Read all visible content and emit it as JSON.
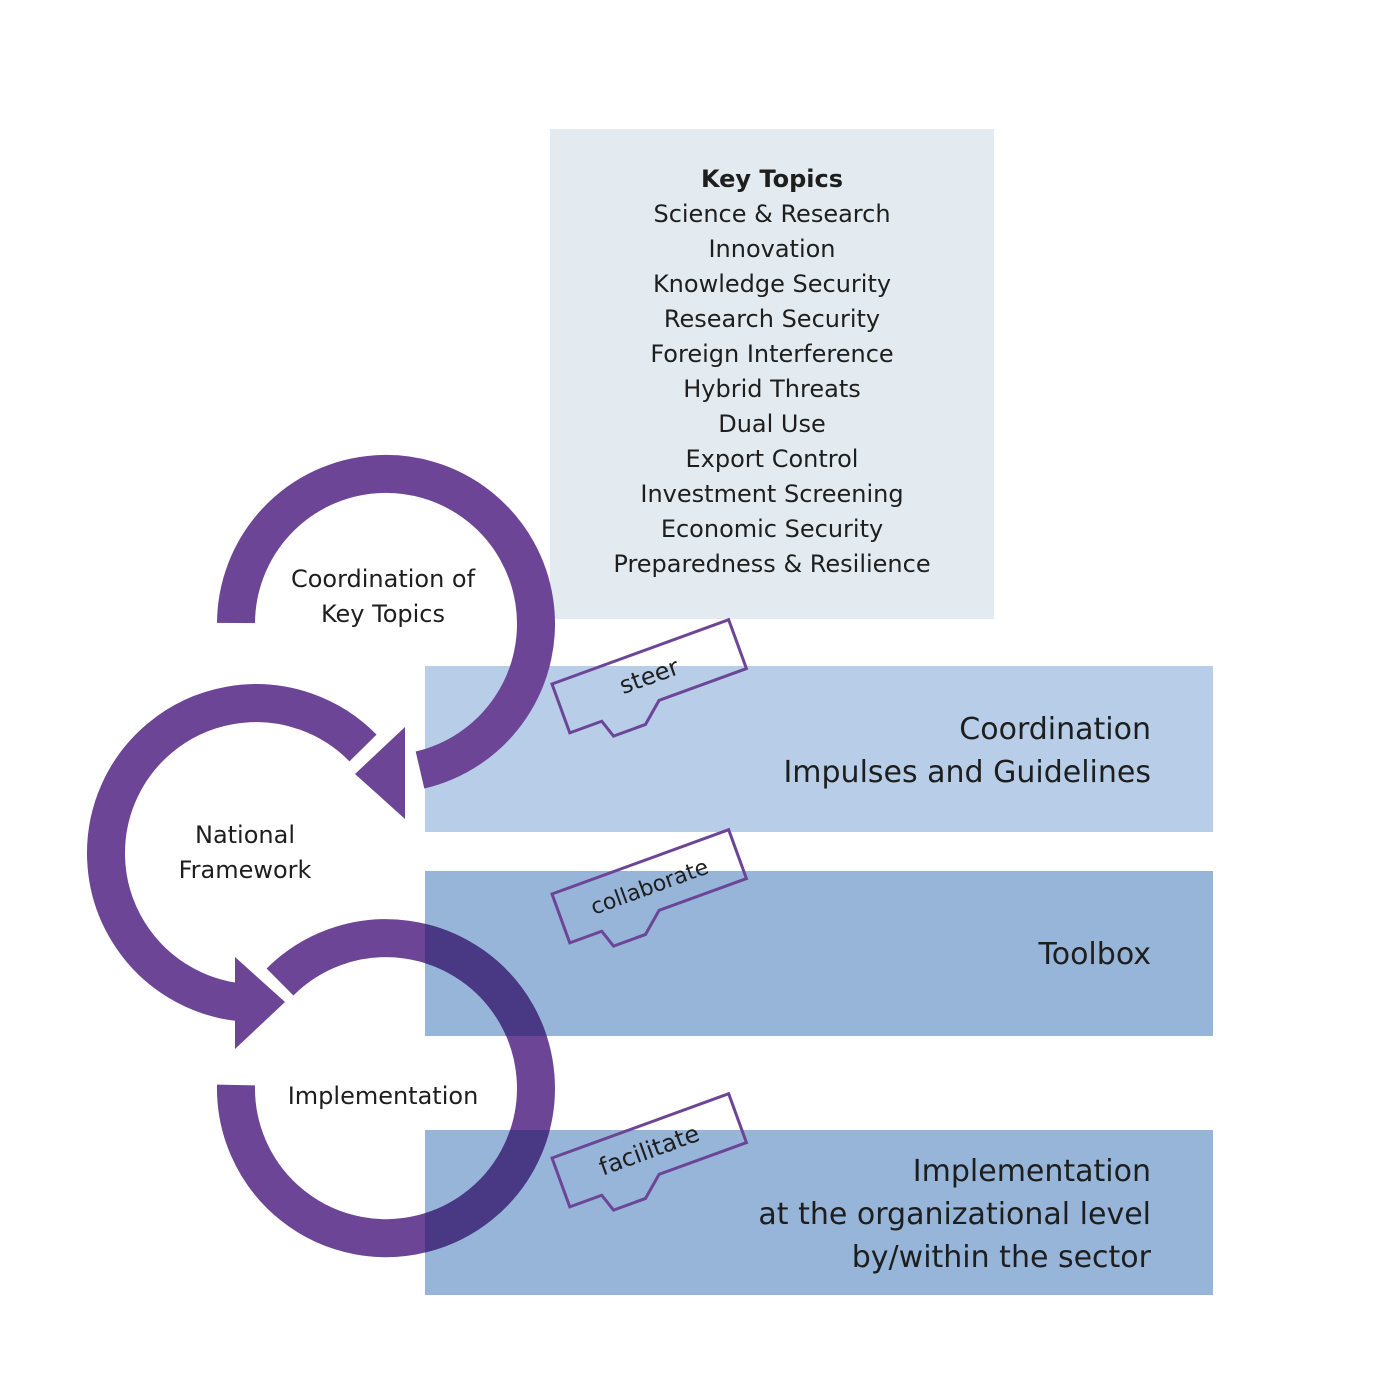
{
  "key_topics": {
    "title": "Key Topics",
    "items": [
      "Science & Research",
      "Innovation",
      "Knowledge Security",
      "Research Security",
      "Foreign Interference",
      "Hybrid Threats",
      "Dual Use",
      "Export Control",
      "Investment Screening",
      "Economic Security",
      "Preparedness & Resilience"
    ]
  },
  "cycle": {
    "top": {
      "line1": "Coordination of",
      "line2": "Key Topics"
    },
    "middle": {
      "line1": "National",
      "line2": "Framework"
    },
    "bottom": {
      "line1": "Implementation"
    }
  },
  "levels": {
    "coordination": {
      "line1": "Coordination",
      "line2": "Impulses and Guidelines",
      "tag": "steer"
    },
    "toolbox": {
      "line1": "Toolbox",
      "tag": "collaborate"
    },
    "implementation": {
      "line1": "Implementation",
      "line2": "at the organizational level",
      "line3": "by/within the sector",
      "tag": "facilitate"
    }
  },
  "colors": {
    "purple": "#6d4596",
    "key_topics_bg": "#e3ebf0",
    "band_light": "#b7cde8",
    "band_mid": "#96b5d9",
    "overlap": "#493984",
    "text": "#1e1e1e"
  }
}
